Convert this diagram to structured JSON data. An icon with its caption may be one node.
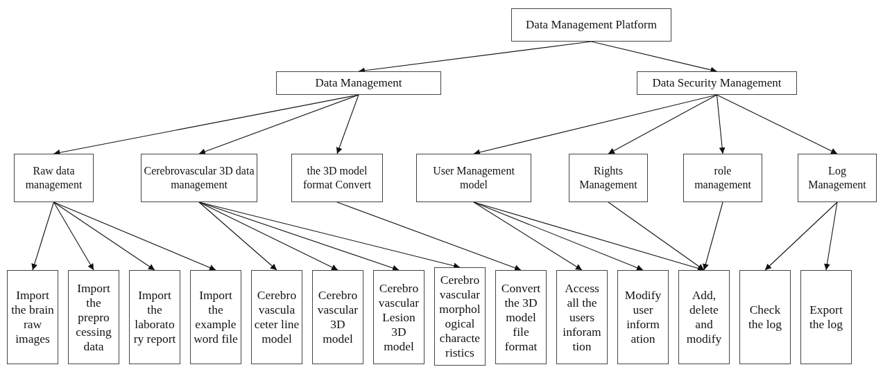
{
  "diagram": {
    "nodes": [
      {
        "text": [
          "Data Management Platform"
        ]
      },
      {
        "text": [
          "Data Management"
        ]
      },
      {
        "text": [
          "Data Security Management"
        ]
      },
      {
        "text": [
          "Raw data management"
        ]
      },
      {
        "text": [
          "Cerebrovascular 3D data management"
        ]
      },
      {
        "text": [
          "the 3D model format Convert"
        ]
      },
      {
        "text": [
          "User Management model"
        ]
      },
      {
        "text": [
          "Rights Management"
        ]
      },
      {
        "text": [
          "role management"
        ]
      },
      {
        "text": [
          "Log Management"
        ]
      },
      {
        "text": [
          "Import the brain raw images"
        ]
      },
      {
        "text": [
          "Import the prepro cessing data"
        ]
      },
      {
        "text": [
          "Import the laborato ry report"
        ]
      },
      {
        "text": [
          "Import the example word file"
        ]
      },
      {
        "text": [
          "Cerebro vascula ceter line model"
        ]
      },
      {
        "text": [
          "Cerebro vascular 3D model"
        ]
      },
      {
        "text": [
          "Cerebro vascular Lesion 3D model"
        ]
      },
      {
        "text": [
          "Cerebro vascular morphol ogical characte ristics"
        ]
      },
      {
        "text": [
          "Convert the 3D model file format"
        ]
      },
      {
        "text": [
          "Access all the users inforam tion"
        ]
      },
      {
        "text": [
          "Modify user inform ation"
        ]
      },
      {
        "text": [
          "Add, delete and modify"
        ]
      },
      {
        "text": [
          "Check the log"
        ]
      },
      {
        "text": [
          "Export the log"
        ]
      }
    ],
    "edges": [
      {
        "from": 0,
        "to": 1,
        "arrow": "to"
      },
      {
        "from": 0,
        "to": 2,
        "arrow": "to"
      },
      {
        "from": 1,
        "to": 3,
        "arrow": "to"
      },
      {
        "from": 1,
        "to": 4,
        "arrow": "to"
      },
      {
        "from": 1,
        "to": 5,
        "arrow": "to"
      },
      {
        "from": 2,
        "to": 6,
        "arrow": "to"
      },
      {
        "from": 2,
        "to": 7,
        "arrow": "to"
      },
      {
        "from": 2,
        "to": 8,
        "arrow": "to"
      },
      {
        "from": 2,
        "to": 9,
        "arrow": "to"
      },
      {
        "from": 3,
        "to": 10,
        "arrow": "to"
      },
      {
        "from": 3,
        "to": 11,
        "arrow": "to"
      },
      {
        "from": 3,
        "to": 12,
        "arrow": "to"
      },
      {
        "from": 3,
        "to": 13,
        "arrow": "to"
      },
      {
        "from": 4,
        "to": 14,
        "arrow": "to"
      },
      {
        "from": 4,
        "to": 15,
        "arrow": "to"
      },
      {
        "from": 4,
        "to": 16,
        "arrow": "to"
      },
      {
        "from": 4,
        "to": 17,
        "arrow": "to"
      },
      {
        "from": 5,
        "to": 18,
        "arrow": "to"
      },
      {
        "from": 6,
        "to": 19,
        "arrow": "to"
      },
      {
        "from": 6,
        "to": 20,
        "arrow": "to"
      },
      {
        "from": 6,
        "to": 21,
        "arrow": "to"
      },
      {
        "from": 7,
        "to": 21,
        "arrow": "to"
      },
      {
        "from": 8,
        "to": 21,
        "arrow": "to"
      },
      {
        "from": 9,
        "to": 22,
        "arrow": "to"
      },
      {
        "from": 9,
        "to": 23,
        "arrow": "to"
      }
    ]
  }
}
